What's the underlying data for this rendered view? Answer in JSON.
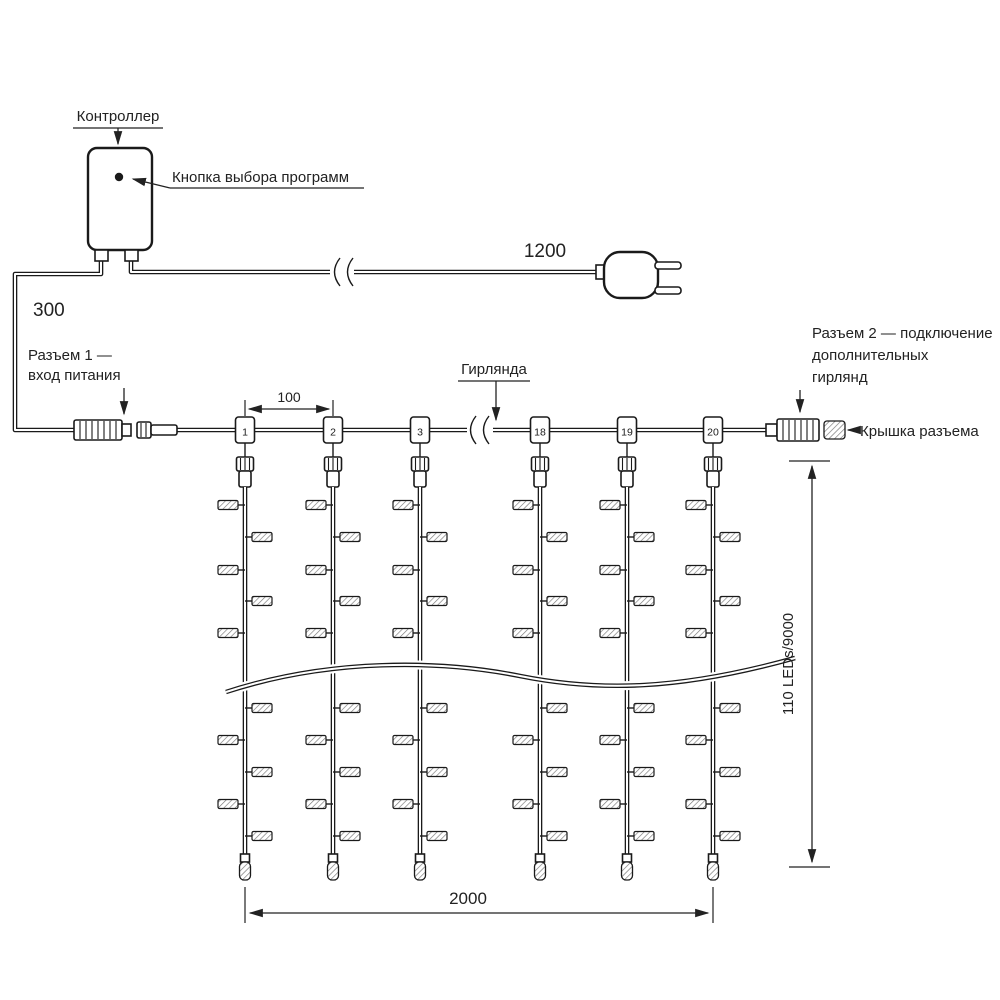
{
  "diagram": {
    "labels": {
      "controller": "Контроллер",
      "program_button": "Кнопка выбора программ",
      "connector1_line1": "Разъем 1 —",
      "connector1_line2": "вход питания",
      "garland": "Гирлянда",
      "connector2_line1": "Разъем 2 — подключение",
      "connector2_line2": "дополнительных",
      "connector2_line3": "гирлянд",
      "cap": "Крышка разъема"
    },
    "dimensions": {
      "power_lead": "300",
      "cord": "1200",
      "drop_spacing": "100",
      "width": "2000",
      "height": "110 LEDs/9000"
    },
    "junctions": [
      "1",
      "2",
      "3",
      "18",
      "19",
      "20"
    ]
  }
}
